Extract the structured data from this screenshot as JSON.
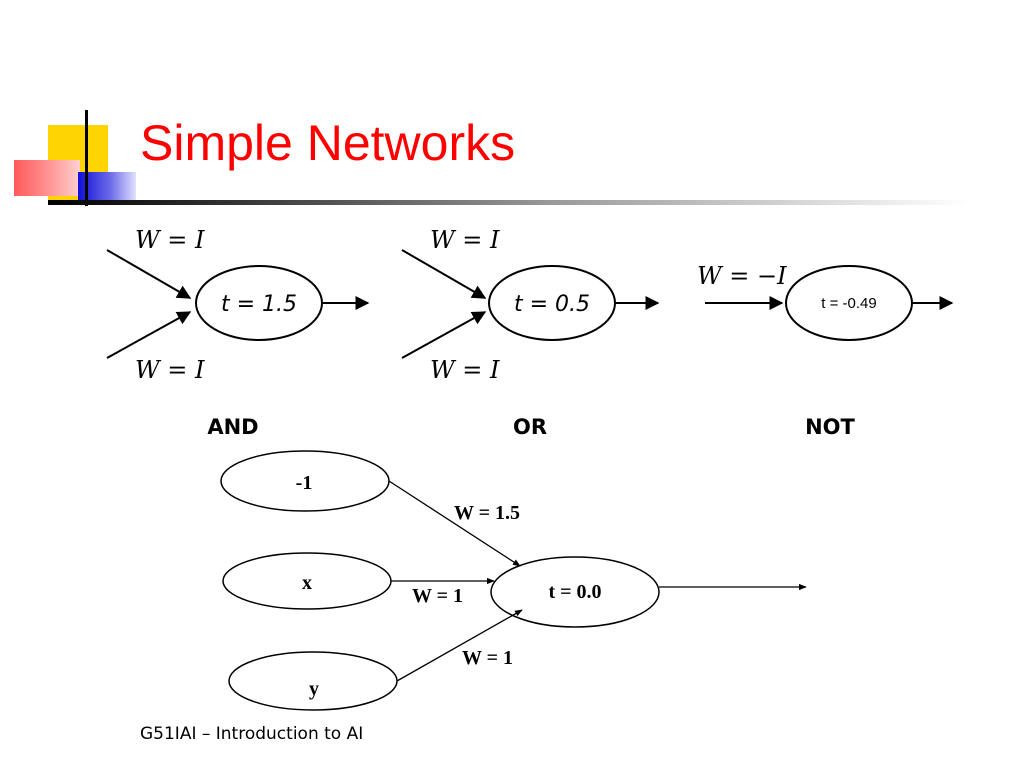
{
  "slide": {
    "title": "Simple Networks",
    "footer": "G51IAI – Introduction to AI"
  },
  "gates": [
    {
      "name": "AND",
      "weight_top": "W = I",
      "weight_bottom": "W = I",
      "threshold": "t = 1.5"
    },
    {
      "name": "OR",
      "weight_top": "W = I",
      "weight_bottom": "W = I",
      "threshold": "t = 0.5"
    },
    {
      "name": "NOT",
      "weight_top": "W = −I",
      "threshold": "t = -0.49"
    }
  ],
  "network": {
    "inputs": [
      "-1",
      "x",
      "y"
    ],
    "weights": [
      "W = 1.5",
      "W = 1",
      "W = 1"
    ],
    "output_threshold": "t = 0.0"
  }
}
